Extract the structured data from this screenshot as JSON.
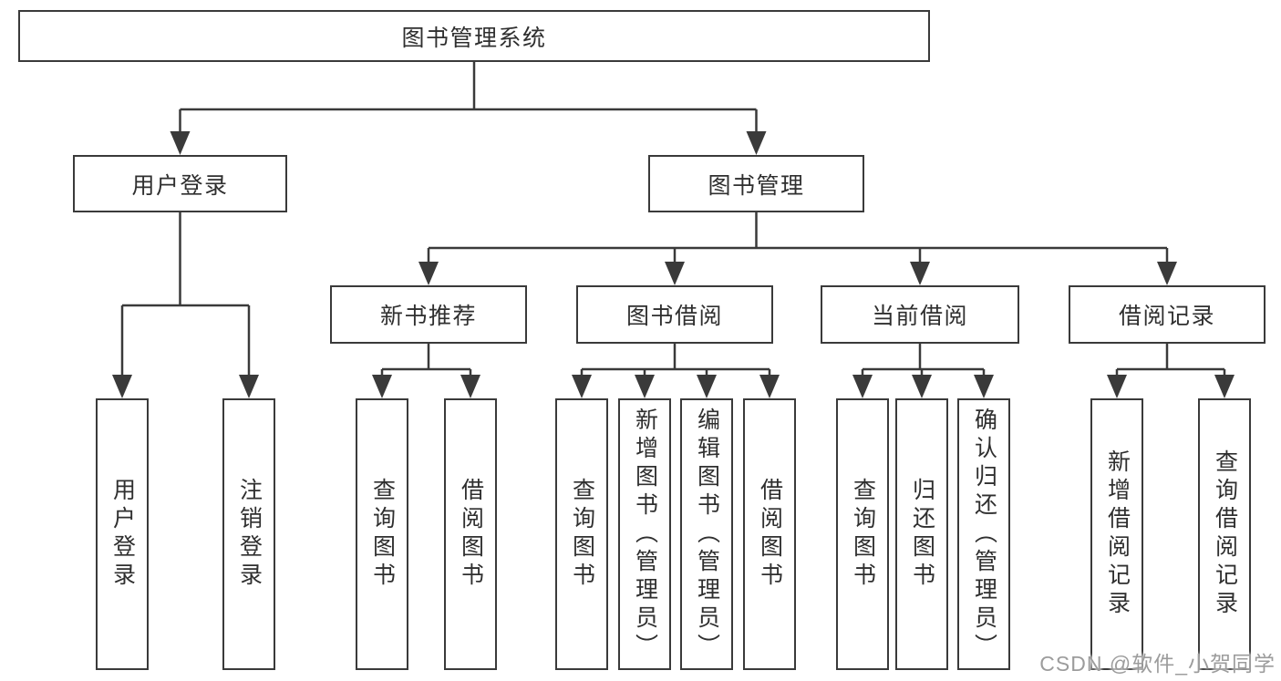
{
  "watermark": {
    "text": "CSDN @软件_小贺同学"
  },
  "colors": {
    "line": "#3a3a3a",
    "box_border": "#3a3a3a",
    "text": "#2f2f2f",
    "background": "#ffffff",
    "watermark": "#9c9c9c"
  },
  "tree": {
    "label": "图书管理系统",
    "children": [
      {
        "label": "用户登录",
        "children": [
          {
            "label": "用户登录"
          },
          {
            "label": "注销登录"
          }
        ]
      },
      {
        "label": "图书管理",
        "children": [
          {
            "label": "新书推荐",
            "children": [
              {
                "label": "查询图书"
              },
              {
                "label": "借阅图书"
              }
            ]
          },
          {
            "label": "图书借阅",
            "children": [
              {
                "label": "查询图书"
              },
              {
                "label": "新增图书（管理员）"
              },
              {
                "label": "编辑图书（管理员）"
              },
              {
                "label": "借阅图书"
              }
            ]
          },
          {
            "label": "当前借阅",
            "children": [
              {
                "label": "查询图书"
              },
              {
                "label": "归还图书"
              },
              {
                "label": "确认归还（管理员）"
              }
            ]
          },
          {
            "label": "借阅记录",
            "children": [
              {
                "label": "新增借阅记录"
              },
              {
                "label": "查询借阅记录"
              }
            ]
          }
        ]
      }
    ]
  }
}
